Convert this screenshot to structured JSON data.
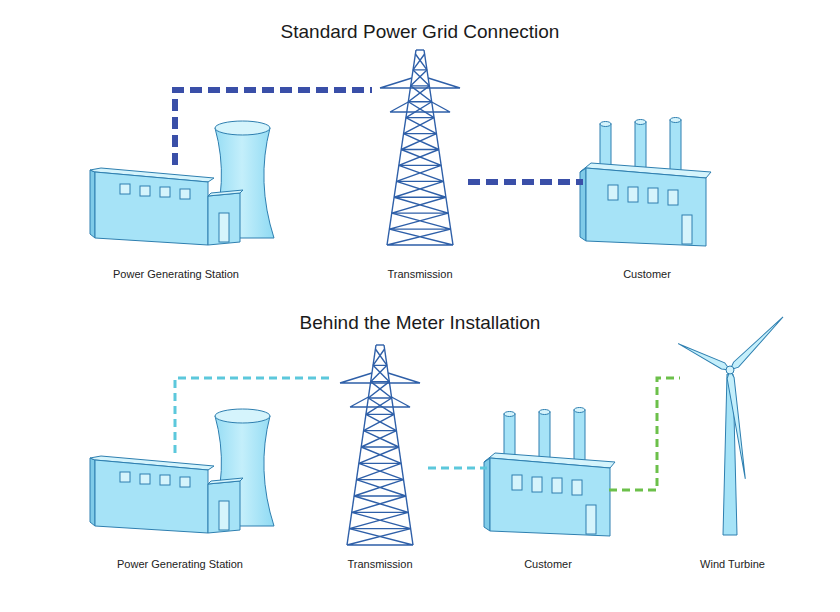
{
  "diagram": {
    "title": "Standard Power Grid Connection",
    "nodes": [
      {
        "text": [
          "Power Generating Station"
        ]
      },
      {
        "text": [
          "Transmission"
        ]
      },
      {
        "text": [
          "Customer"
        ]
      },
      {
        "text": [
          "Power Generating Station"
        ]
      },
      {
        "text": [
          "Transmission"
        ]
      },
      {
        "text": [
          "Customer"
        ]
      },
      {
        "text": [
          "Wind Turbine"
        ]
      }
    ],
    "edges": [
      {
        "from": 0,
        "to": 1,
        "arrow": "none"
      },
      {
        "from": 1,
        "to": 2,
        "arrow": "none"
      },
      {
        "from": 3,
        "to": 4,
        "arrow": "none"
      },
      {
        "from": 4,
        "to": 5,
        "arrow": "none"
      },
      {
        "from": 5,
        "to": 6,
        "arrow": "none"
      }
    ],
    "labels": [
      "Behind the Meter Installation"
    ]
  }
}
